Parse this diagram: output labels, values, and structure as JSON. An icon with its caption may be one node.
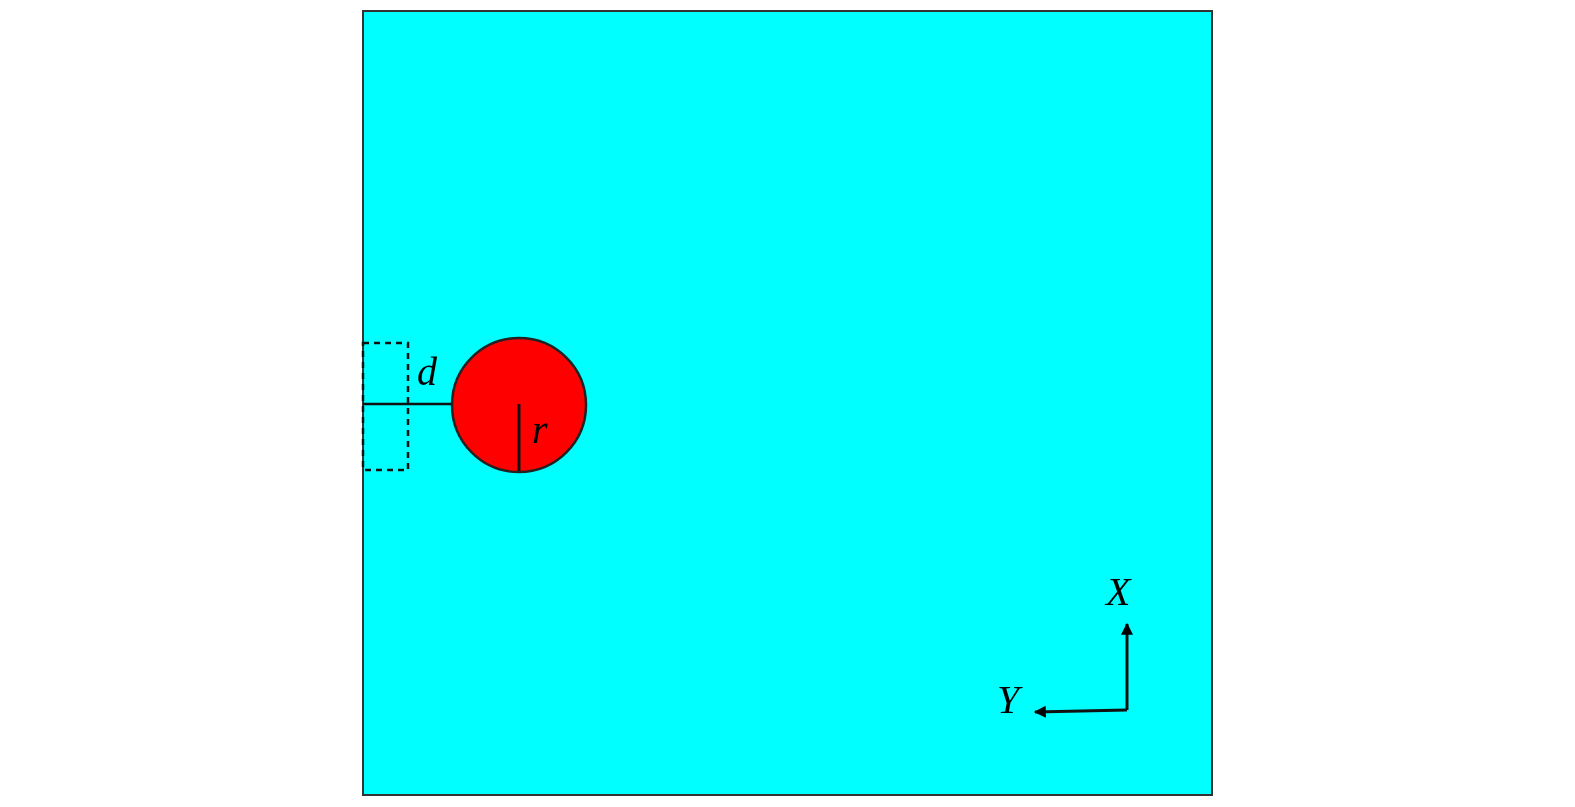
{
  "diagram": {
    "nodes": [
      {
        "text": [],
        "shape": "box"
      }
    ],
    "labels": [
      "d",
      "r",
      "X",
      "Y"
    ]
  }
}
